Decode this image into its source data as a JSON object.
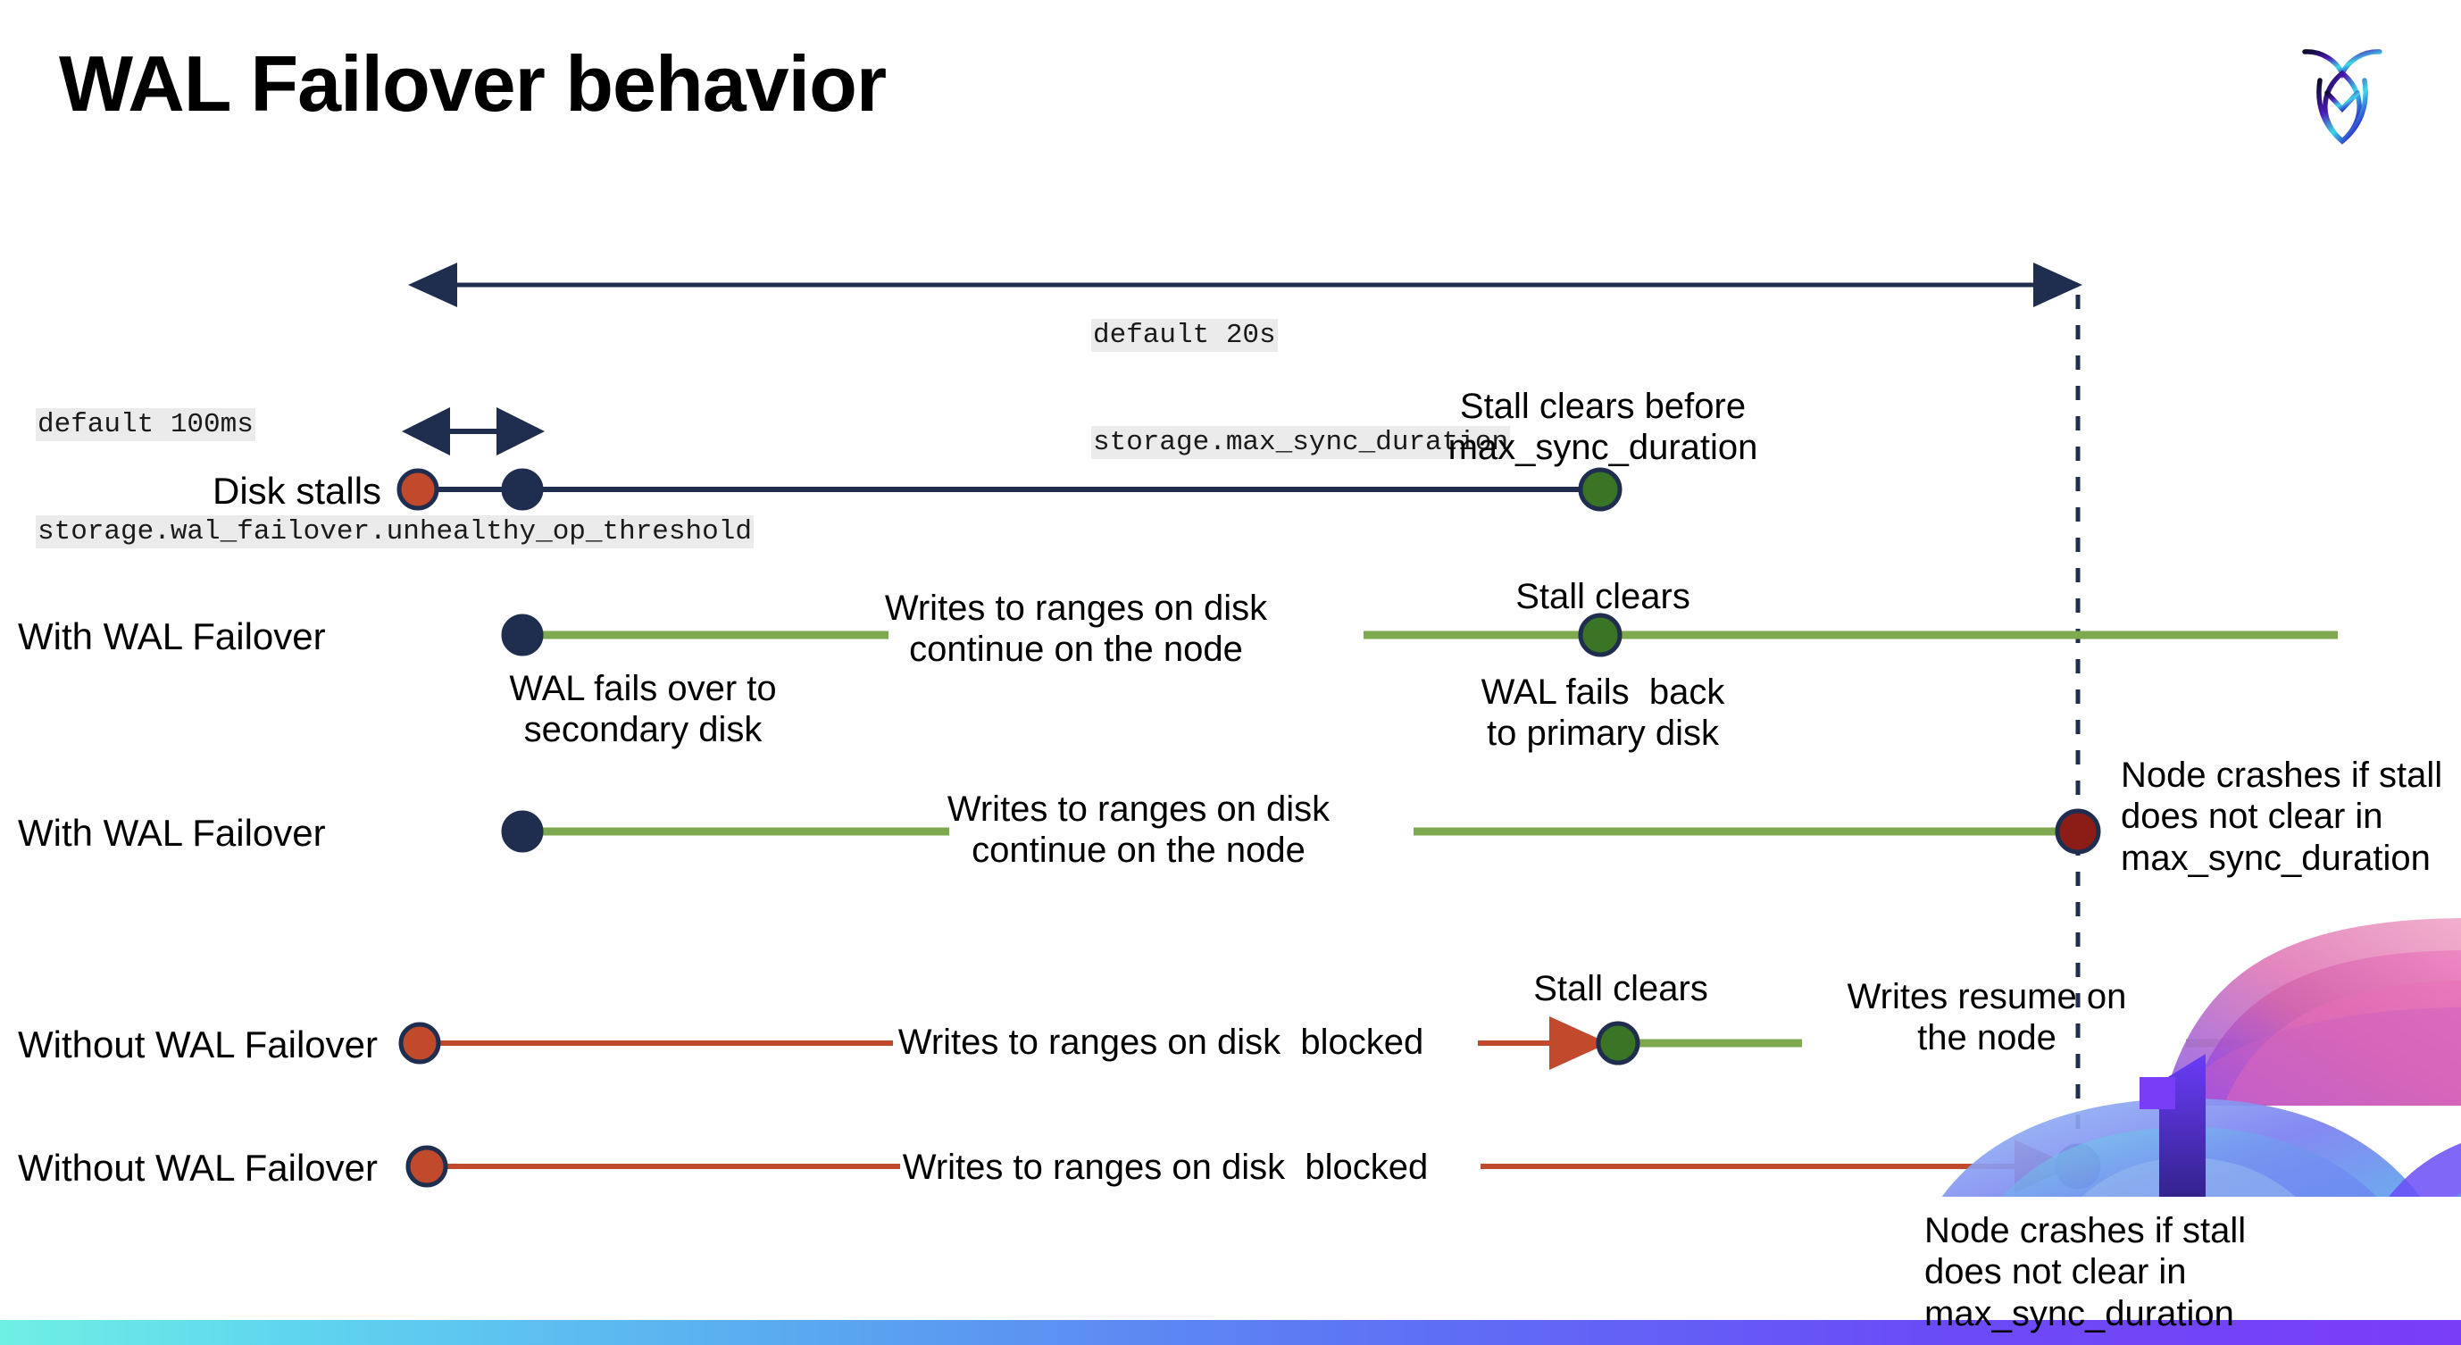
{
  "title": "WAL Failover behavior",
  "brand": {
    "logo_name": "cockroachdb-logo"
  },
  "annotations": {
    "max_sync": {
      "line1": "default 20s",
      "line2": "storage.max_sync_duration"
    },
    "unhealthy_op": {
      "line1": "default 100ms",
      "line2": "storage.wal_failover.unhealthy_op_threshold"
    }
  },
  "rows": [
    {
      "label": "Disk stalls",
      "note_above": "Stall clears before\nmax_sync_duration"
    },
    {
      "label": "With WAL Failover",
      "note_mid": "Writes to ranges on disk\ncontinue on the node",
      "note_above_right": "Stall clears",
      "note_below_left": "WAL fails over to\nsecondary disk",
      "note_below_right": "WAL fails  back\nto primary disk"
    },
    {
      "label": "With WAL Failover",
      "note_mid": "Writes to ranges on disk\ncontinue on the node",
      "note_right": "Node crashes if stall\ndoes not clear in\nmax_sync_duration"
    },
    {
      "label": "Without WAL Failover",
      "note_mid": "Writes to ranges on disk  blocked",
      "note_above_right": "Stall clears",
      "note_far_right": "Writes resume on\nthe node"
    },
    {
      "label": "Without WAL Failover",
      "note_mid": "Writes to ranges on disk  blocked",
      "note_callout": "Node crashes if stall\ndoes not clear in\nmax_sync_duration"
    }
  ],
  "colors": {
    "navy": "#1F2D4E",
    "red_dot": "#C1492C",
    "dark_red_dot": "#8C1D16",
    "green_dot": "#3A7425",
    "green_line": "#7EA94F",
    "red_line": "#C1492C",
    "code_bg": "#EBEBEB",
    "bottom_bar_start": "#6FF0E4",
    "bottom_bar_end": "#7A3DF7"
  }
}
